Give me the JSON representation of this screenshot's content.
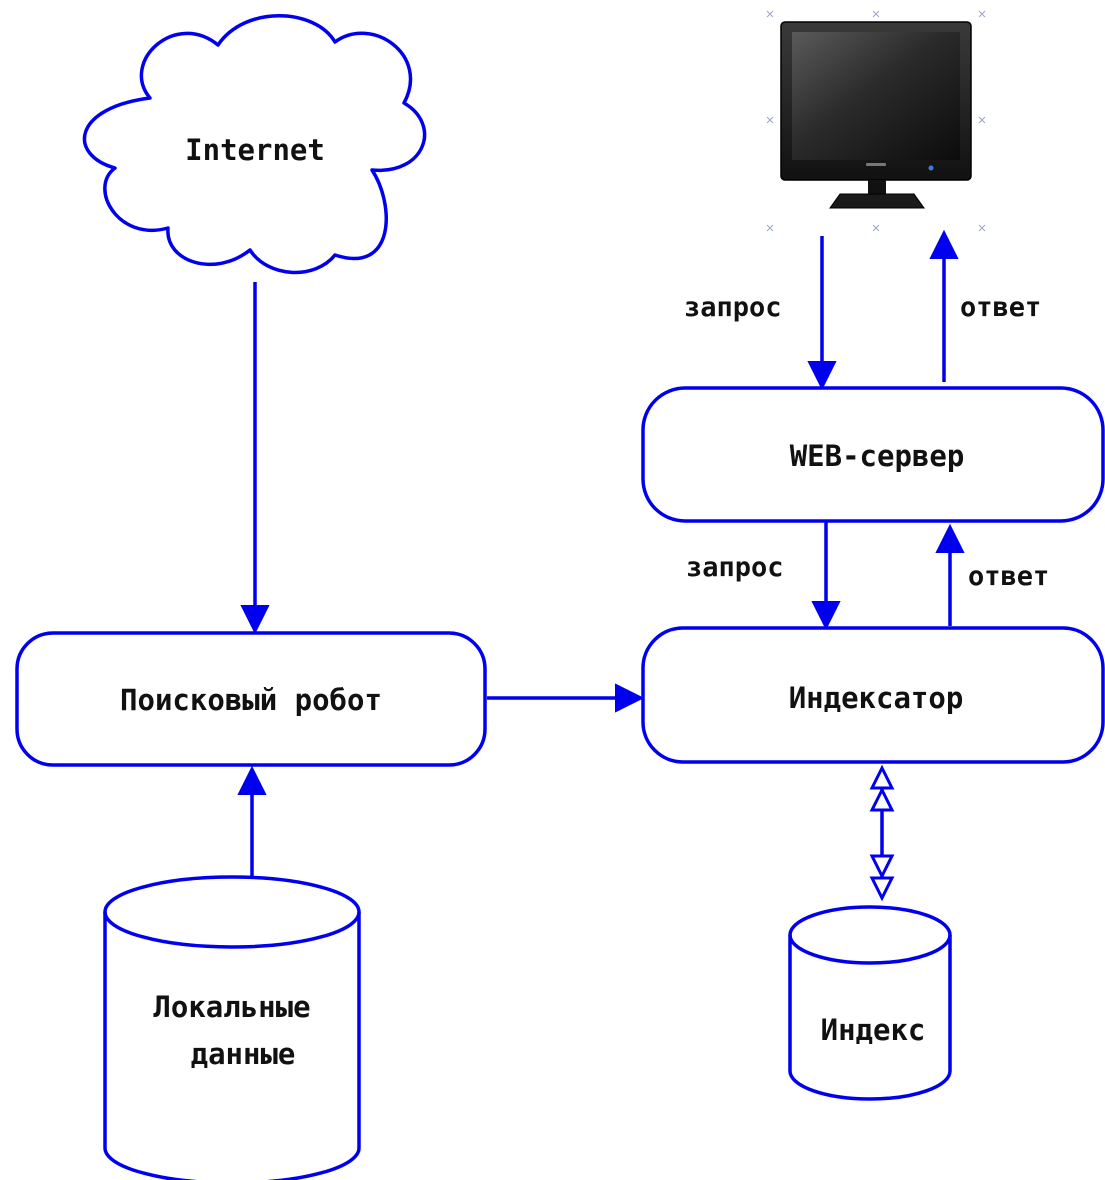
{
  "diagram": {
    "nodes": {
      "internet": {
        "label": "Internet",
        "shape": "cloud"
      },
      "crawler": {
        "label": "Поисковый робот",
        "shape": "rounded-rect"
      },
      "local_data": {
        "label_line1": "Локальные",
        "label_line2": "данные",
        "shape": "cylinder"
      },
      "indexer": {
        "label": "Индексатор",
        "shape": "rounded-rect"
      },
      "web_server": {
        "label": "WEB-сервер",
        "shape": "rounded-rect"
      },
      "index": {
        "label": "Индекс",
        "shape": "cylinder"
      },
      "monitor": {
        "shape": "monitor-image"
      }
    },
    "edges": {
      "internet_to_crawler": {
        "from": "Internet",
        "to": "Поисковый робот"
      },
      "local_to_crawler": {
        "from": "Локальные данные",
        "to": "Поисковый робот"
      },
      "crawler_to_indexer": {
        "from": "Поисковый робот",
        "to": "Индексатор"
      },
      "monitor_to_web": {
        "label": "запрос"
      },
      "web_to_monitor": {
        "label": "ответ"
      },
      "web_to_indexer": {
        "label": "запрос"
      },
      "indexer_to_web": {
        "label": "ответ"
      },
      "indexer_index": {
        "from": "Индексатор",
        "to": "Индекс",
        "bidirectional": true
      }
    },
    "colors": {
      "stroke": "#0000ee",
      "text": "#111111",
      "background": "#ffffff"
    }
  }
}
